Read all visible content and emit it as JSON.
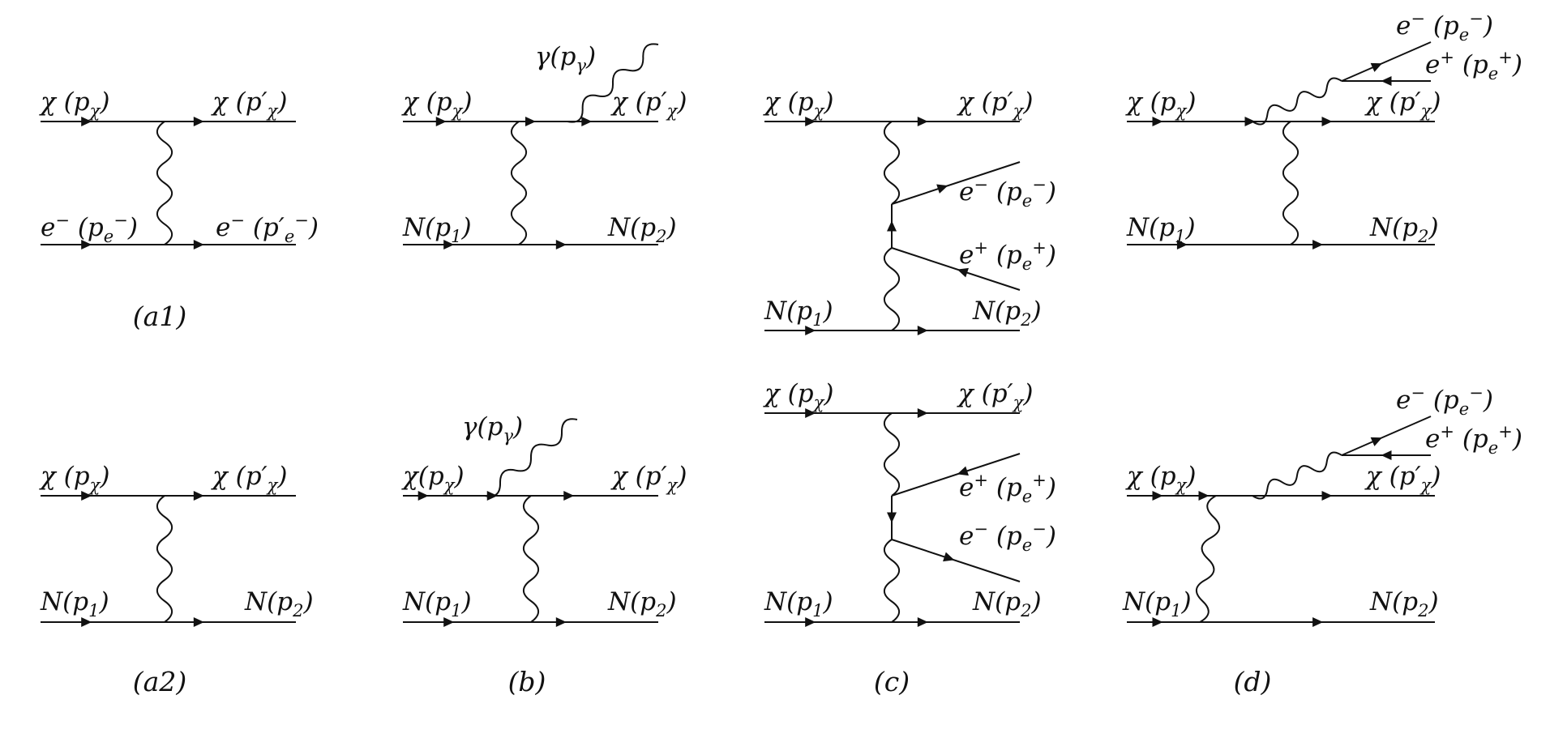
{
  "labels": {
    "chi_in": "χ (p",
    "chi_in_sub": "χ",
    "chi_in_close": ")",
    "chi_out": "χ (p′",
    "chi_out_sub": "χ",
    "chi_out_close": ")",
    "electron": "e",
    "minus": "−",
    "plus": "+",
    "p_open": " (p",
    "p_prime_open": " (p′",
    "e_sub": "e",
    "close": ")",
    "N1": "N(p",
    "N1_sub": "1",
    "N2": "N(p",
    "N2_sub": "2",
    "gamma": "γ(p",
    "gamma_sub": "γ",
    "chi_in_nb": "χ(p"
  },
  "captions": {
    "a1": "(a1)",
    "a2": "(a2)",
    "b": "(b)",
    "c": "(c)",
    "d": "(d)"
  },
  "colors": {
    "line": "#111111",
    "text": "#111111",
    "background": "#ffffff"
  }
}
